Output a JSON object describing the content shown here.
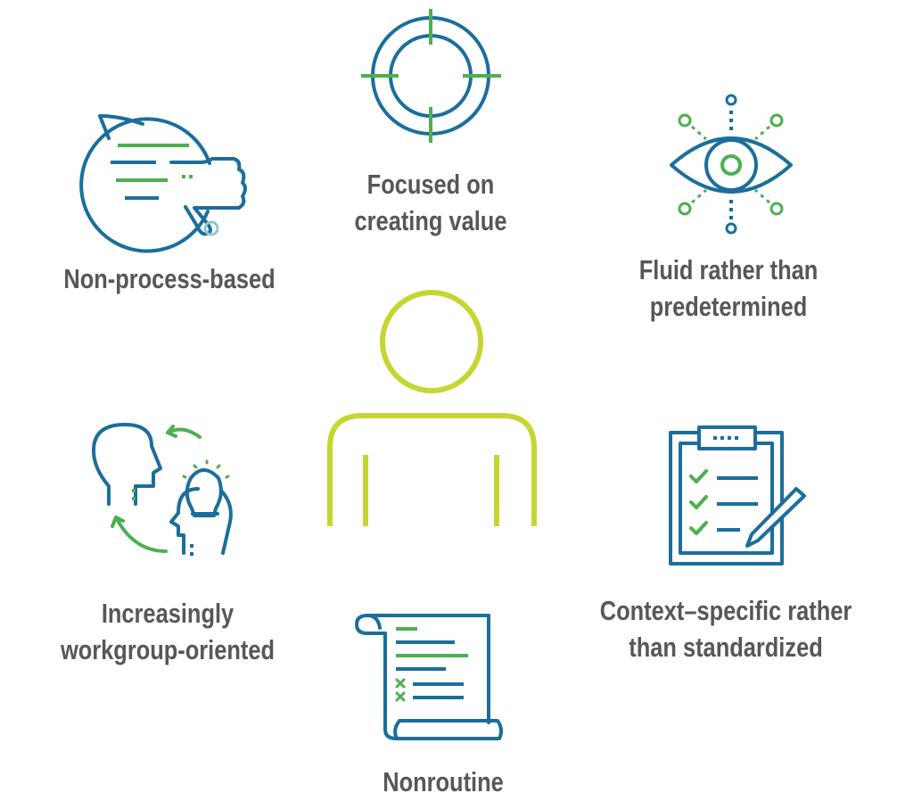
{
  "colors": {
    "blue": "#1b6e9c",
    "green": "#4caf50",
    "lime": "#c5d630",
    "text": "#555759"
  },
  "labels": {
    "focused": [
      "Focused on",
      "creating value"
    ],
    "nonprocess": [
      "Non-process-based"
    ],
    "fluid": [
      "Fluid rather than",
      "predetermined"
    ],
    "workgroup": [
      "Increasingly",
      "workgroup-oriented"
    ],
    "context": [
      "Context–specific rather",
      "than standardized"
    ],
    "nonroutine": [
      "Nonroutine"
    ]
  }
}
